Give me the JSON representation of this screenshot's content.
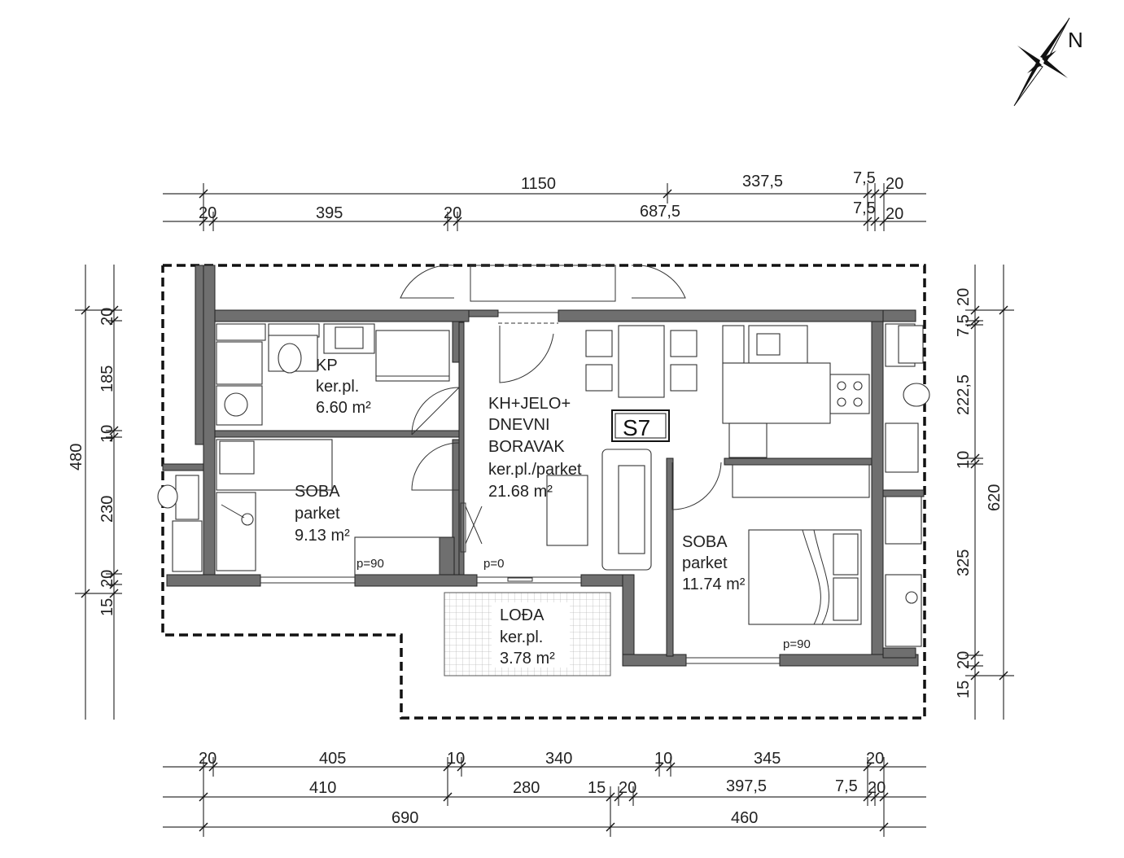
{
  "apartment": {
    "code": "S7"
  },
  "north": {
    "label": "N"
  },
  "rooms": {
    "kp": {
      "name": "KP",
      "floor": "ker.pl.",
      "area": "6.60 m²"
    },
    "living": {
      "name1": "KH+JELO+",
      "name2": "DNEVNI",
      "name3": "BORAVAK",
      "floor": "ker.pl./parket",
      "area": "21.68 m²"
    },
    "soba1": {
      "name": "SOBA",
      "floor": "parket",
      "area": "9.13 m²"
    },
    "soba2": {
      "name": "SOBA",
      "floor": "parket",
      "area": "11.74 m²"
    },
    "lodja": {
      "name": "LOĐA",
      "floor": "ker.pl.",
      "area": "3.78 m²"
    }
  },
  "sills": {
    "soba1": "p=90",
    "living": "p=0",
    "soba2": "p=90"
  },
  "dims_top": {
    "row1": [
      "1150",
      "337,5",
      "7,5",
      "20"
    ],
    "row2": [
      "20",
      "395",
      "20",
      "687,5",
      "7,5",
      "20"
    ]
  },
  "dims_bottom": {
    "row1": [
      "20",
      "405",
      "10",
      "340",
      "10",
      "345",
      "20"
    ],
    "row2": [
      "410",
      "280",
      "15",
      "20",
      "397,5",
      "7,5",
      "20"
    ],
    "row3": [
      "690",
      "460"
    ]
  },
  "dims_left": {
    "outer": [
      "480"
    ],
    "inner": [
      "20",
      "185",
      "10",
      "230",
      "20",
      "15"
    ]
  },
  "dims_right": {
    "outer": [
      "620"
    ],
    "inner": [
      "20",
      "7,5",
      "222,5",
      "10",
      "325",
      "20",
      "15"
    ]
  }
}
